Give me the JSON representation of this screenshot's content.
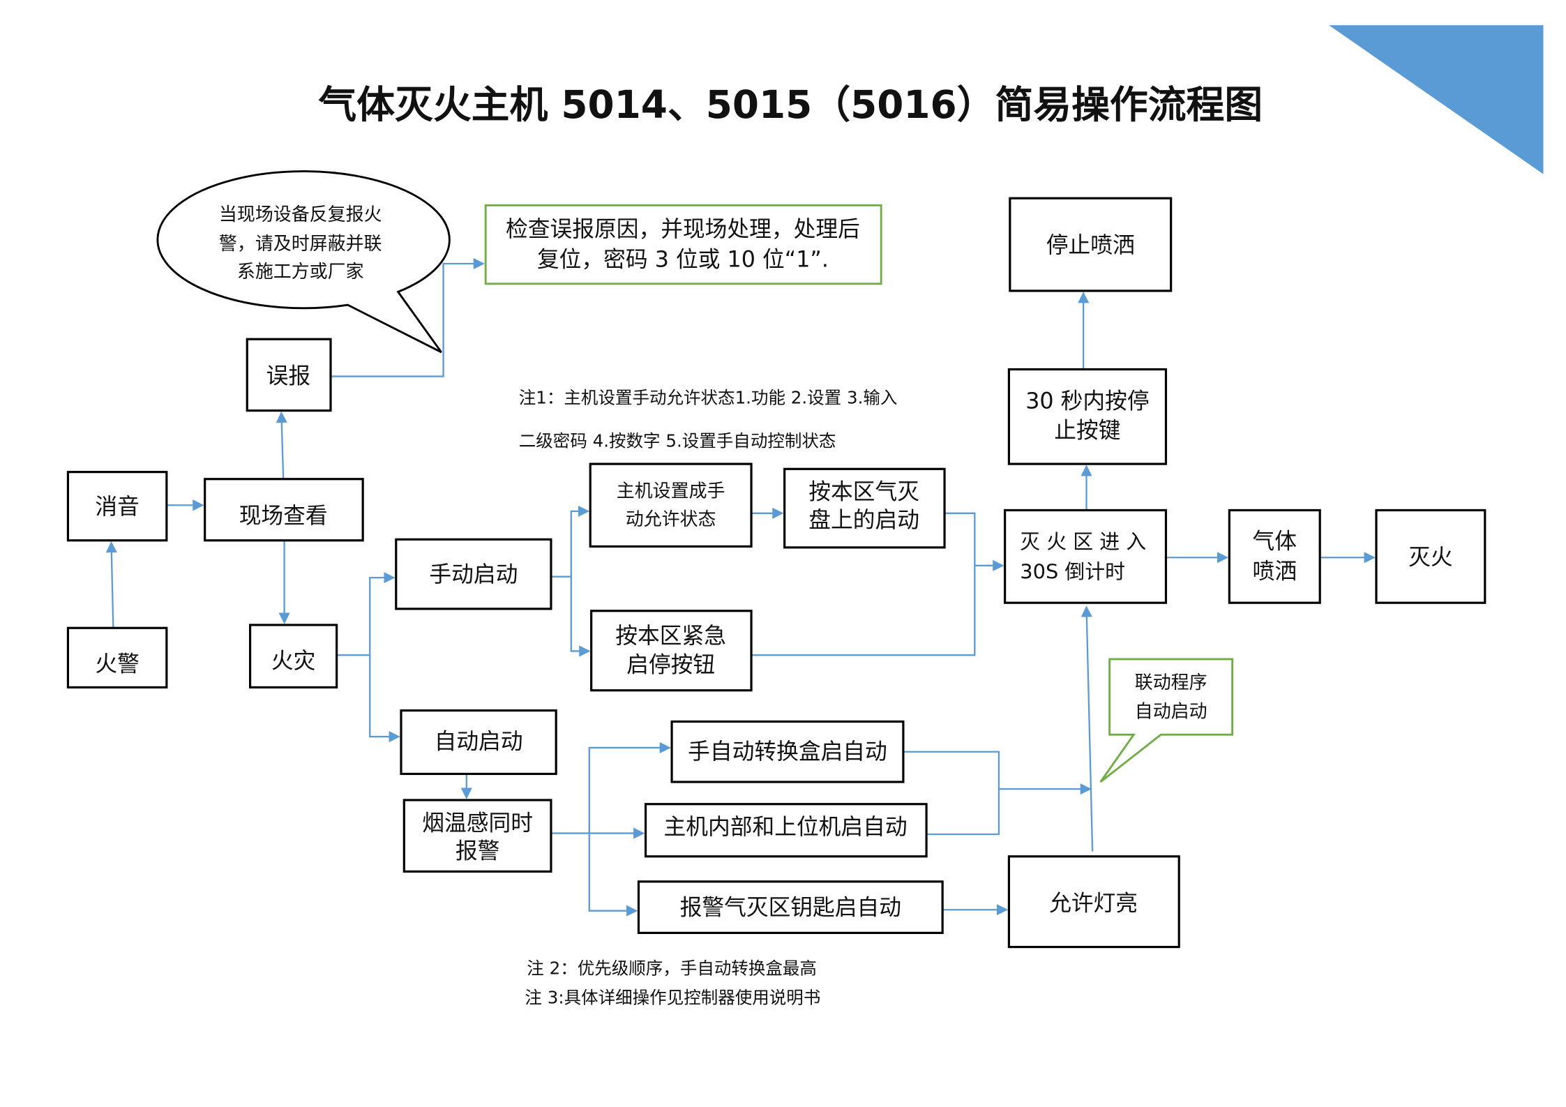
{
  "title": "气体灭火主机 5014、5015（5016）简易操作流程图",
  "colors": {
    "accent": "#5b9bd5",
    "green": "#70ad47",
    "line": "#000000"
  },
  "bubble": {
    "lines": [
      "当现场设备反复报火",
      "警，请及时屏蔽并联",
      "系施工方或厂家"
    ]
  },
  "false_alarm_note": {
    "lines": [
      "检查误报原因，并现场处理，处理后",
      "复位，密码 3 位或 10 位“1”."
    ]
  },
  "linkage_note": {
    "lines": [
      "联动程序",
      "自动启动"
    ]
  },
  "nodes": {
    "false_alarm": "误报",
    "silence": "消音",
    "inspect": "现场查看",
    "fire_alarm": "火警",
    "fire": "火灾",
    "manual_start": "手动启动",
    "auto_start": "自动启动",
    "smoke_heat": [
      "烟温感同时",
      "报警"
    ],
    "set_manual": [
      "主机设置成手",
      "动允许状态"
    ],
    "press_panel": [
      "按本区气灭",
      "盘上的启动"
    ],
    "press_emergency": [
      "按本区紧急",
      "启停按钮"
    ],
    "countdown": [
      "灭 火 区 进 入",
      "30S 倒计时"
    ],
    "press_stop": [
      "30 秒内按停",
      "止按键"
    ],
    "stop_spray": "停止喷洒",
    "gas_spray": [
      "气体",
      "喷洒"
    ],
    "extinguish": "灭火",
    "switch_box": "手自动转换盒启自动",
    "host_internal": "主机内部和上位机启自动",
    "key_auto": "报警气灭区钥匙启自动",
    "allow_light": "允许灯亮"
  },
  "notes": {
    "note1_line1": "注1：主机设置手动允许状态1.功能  2.设置  3.输入",
    "note1_line2": "二级密码  4.按数字  5.设置手自动控制状态",
    "note2": "注 2：优先级顺序，手自动转换盒最高",
    "note3": "注 3:具体详细操作见控制器使用说明书"
  }
}
